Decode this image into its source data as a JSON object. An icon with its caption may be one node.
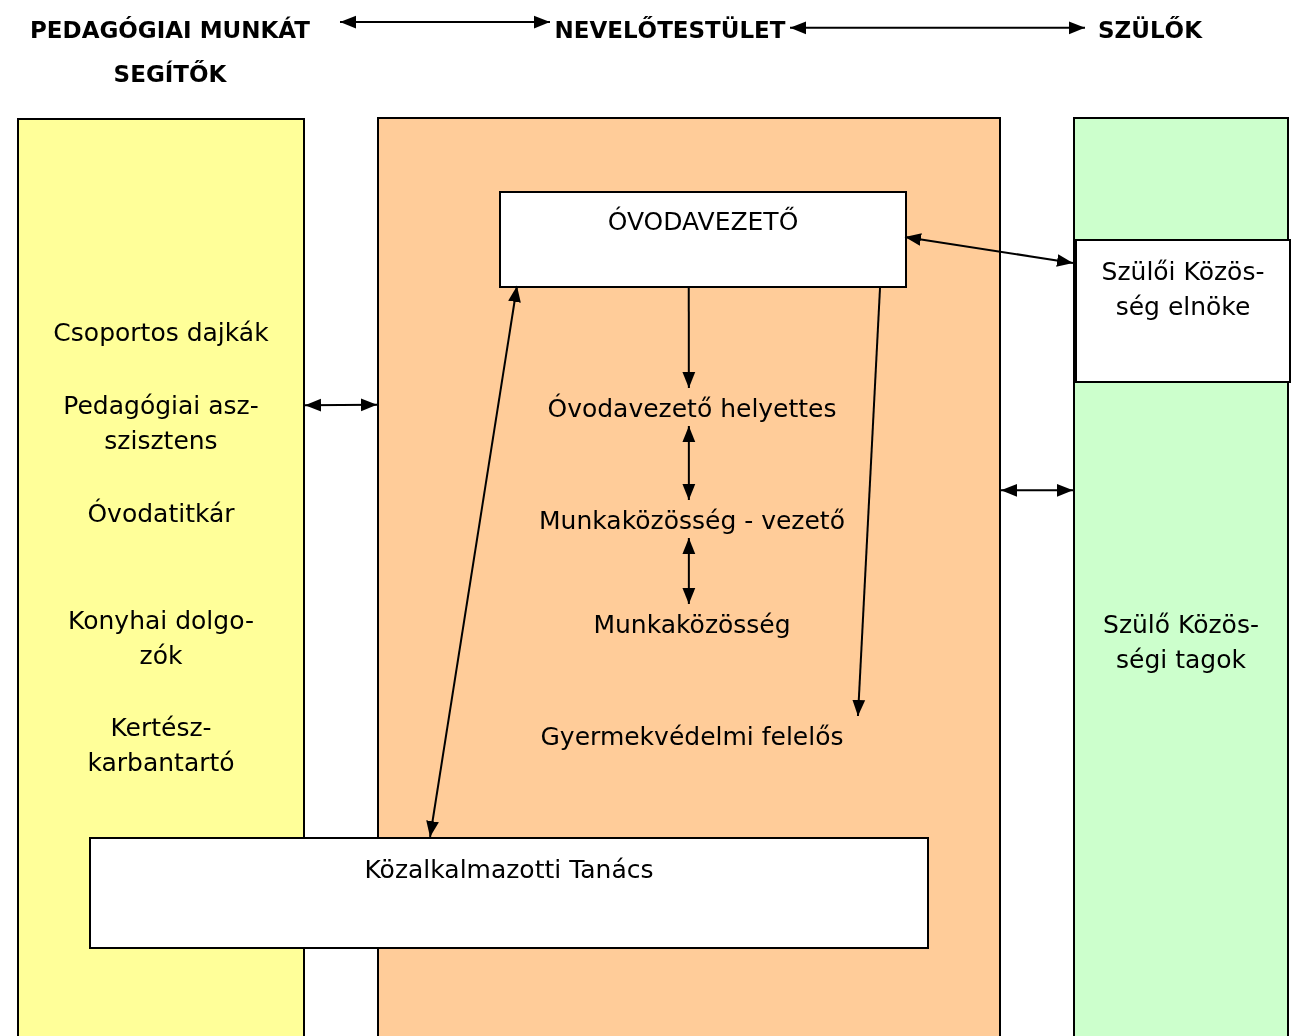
{
  "diagram": {
    "nodes": [
      {
        "text": [
          "PEDAGÓGIAI MUNKÁT SEGÍTŐK"
        ]
      },
      {
        "text": [
          "NEVELŐTESTÜLET"
        ]
      },
      {
        "text": [
          "SZÜLŐK"
        ]
      },
      {
        "text": [
          "Csoportos dajkák",
          "Pedagógiai asz- szisztens",
          "Óvodatitkár",
          "Konyhai dolgo- zók",
          "Kertész- karbantartó"
        ]
      },
      {
        "text": [],
        "shape": "box"
      },
      {
        "text": [
          "ÓVODAVEZETŐ"
        ],
        "in": 4
      },
      {
        "text": [
          "Óvodavezető helyettes"
        ],
        "in": 4
      },
      {
        "text": [
          "Munkaközösség - vezető"
        ],
        "in": 4
      },
      {
        "text": [
          "Munkaközösség"
        ],
        "in": 4
      },
      {
        "text": [
          "Gyermekvédelmi felelős"
        ],
        "in": 4
      },
      {
        "text": [
          "Szülő Közös- ségi tagok"
        ]
      },
      {
        "text": [
          "Szülői Közös- ség elnöke"
        ],
        "in": 10
      },
      {
        "text": [
          "Közalkalmazotti Tanács"
        ]
      }
    ],
    "edges": [
      {
        "from": 0,
        "to": 1,
        "arrow": "both"
      },
      {
        "from": 1,
        "to": 2,
        "arrow": "both"
      },
      {
        "from": 3,
        "to": 4,
        "arrow": "both"
      },
      {
        "from": 4,
        "to": 10,
        "arrow": "both"
      },
      {
        "from": 5,
        "to": 11,
        "arrow": "both"
      },
      {
        "from": 5,
        "to": 6,
        "arrow": "to"
      },
      {
        "from": 6,
        "to": 7,
        "arrow": "both"
      },
      {
        "from": 7,
        "to": 8,
        "arrow": "both"
      },
      {
        "from": 5,
        "to": 9,
        "arrow": "to"
      },
      {
        "from": 12,
        "to": 5,
        "arrow": "both"
      }
    ]
  }
}
